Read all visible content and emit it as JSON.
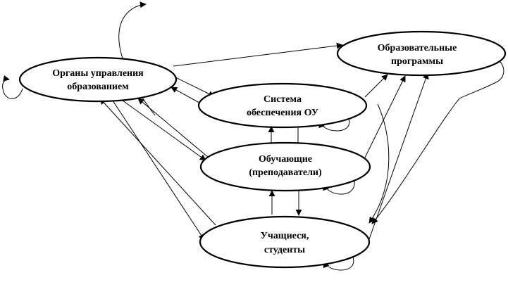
{
  "diagram": {
    "nodes": {
      "governance": {
        "lines": [
          "Органы управления",
          "образованием"
        ]
      },
      "programs": {
        "lines": [
          "Образовательные",
          "программы"
        ]
      },
      "support": {
        "lines": [
          "Система",
          "обеспечения ОУ"
        ]
      },
      "teachers": {
        "lines": [
          "Обучающие",
          "(преподаватели)"
        ]
      },
      "students": {
        "lines": [
          "Учащиеся,",
          "студенты"
        ]
      }
    },
    "colors": {
      "stroke": "#000000",
      "background": "#ffffff"
    }
  }
}
